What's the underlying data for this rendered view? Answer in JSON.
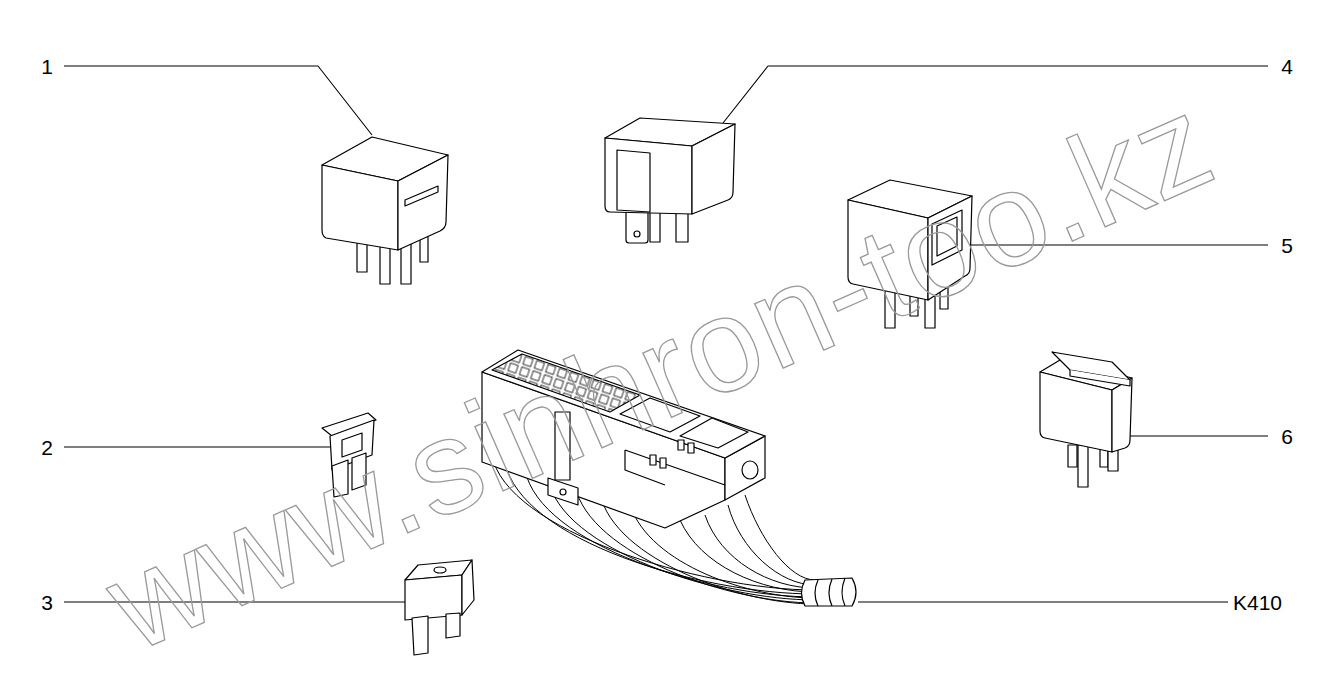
{
  "diagram": {
    "labels": [
      "1",
      "4",
      "5",
      "2",
      "6",
      "3",
      "K410",
      "www.sinhron-too.kz"
    ]
  }
}
